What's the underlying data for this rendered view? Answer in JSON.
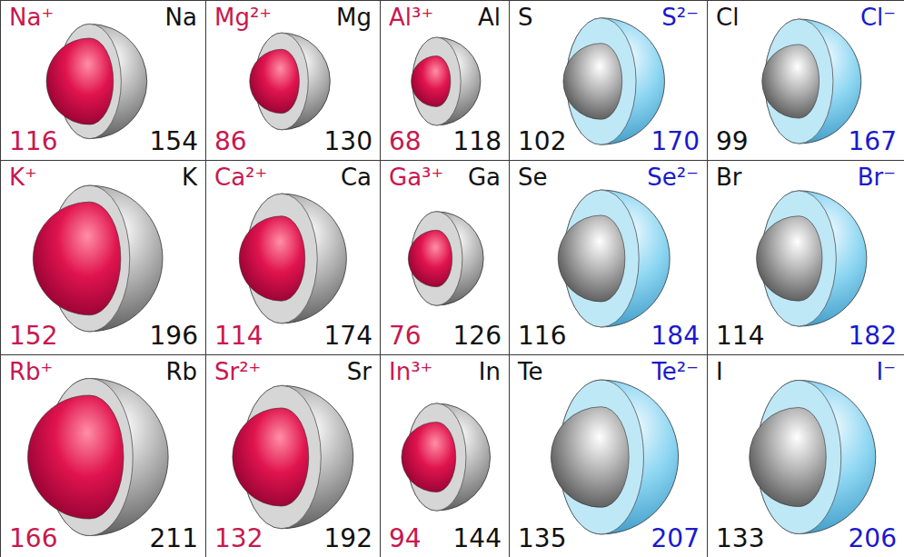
{
  "diagram": {
    "nodes": [
      {
        "text": [
          "Na⁺",
          "Na",
          "116",
          "154"
        ]
      },
      {
        "text": [
          "Mg²⁺",
          "Mg",
          "86",
          "130"
        ]
      },
      {
        "text": [
          "Al³⁺",
          "Al",
          "68",
          "118"
        ]
      },
      {
        "text": [
          "S",
          "S²⁻",
          "102",
          "170"
        ]
      },
      {
        "text": [
          "Cl",
          "Cl⁻",
          "99",
          "167"
        ]
      },
      {
        "text": [
          "K⁺",
          "K",
          "152",
          "196"
        ]
      },
      {
        "text": [
          "Ca²⁺",
          "Ca",
          "114",
          "174"
        ]
      },
      {
        "text": [
          "Ga³⁺",
          "Ga",
          "76",
          "126"
        ]
      },
      {
        "text": [
          "Se",
          "Se²⁻",
          "116",
          "184"
        ]
      },
      {
        "text": [
          "Br",
          "Br⁻",
          "114",
          "182"
        ]
      },
      {
        "text": [
          "Rb⁺",
          "Rb",
          "166",
          "211"
        ]
      },
      {
        "text": [
          "Sr²⁺",
          "Sr",
          "132",
          "192"
        ]
      },
      {
        "text": [
          "In³⁺",
          "In",
          "94",
          "144"
        ]
      },
      {
        "text": [
          "Te",
          "Te²⁻",
          "135",
          "207"
        ]
      },
      {
        "text": [
          "I",
          "I⁻",
          "133",
          "206"
        ]
      }
    ]
  }
}
